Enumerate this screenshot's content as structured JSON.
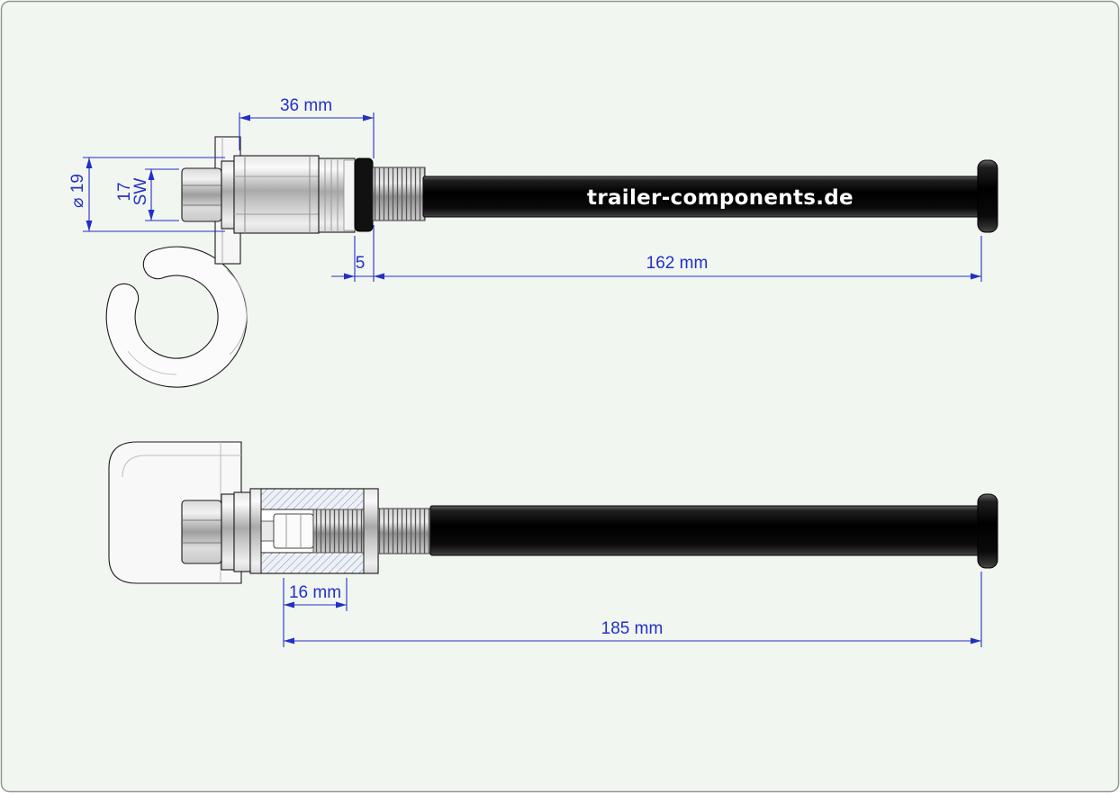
{
  "page": {
    "background": "#f2f6f1",
    "border_color": "#8f998f"
  },
  "colors": {
    "dimension_blue": "#2230c8",
    "line_black": "#1a1a1a",
    "tube_black": "#0a0a0a",
    "brand_text": "#ffffff"
  },
  "brand": {
    "label": "trailer-components.de"
  },
  "top_view": {
    "dims": {
      "length_36": "36 mm",
      "diameter_19": "⌀ 19",
      "wrench_size": "17",
      "wrench_size_suffix": "SW",
      "gap_5": "5",
      "length_162": "162 mm"
    }
  },
  "bottom_view": {
    "dims": {
      "depth_16": "16 mm",
      "length_185": "185 mm"
    }
  }
}
